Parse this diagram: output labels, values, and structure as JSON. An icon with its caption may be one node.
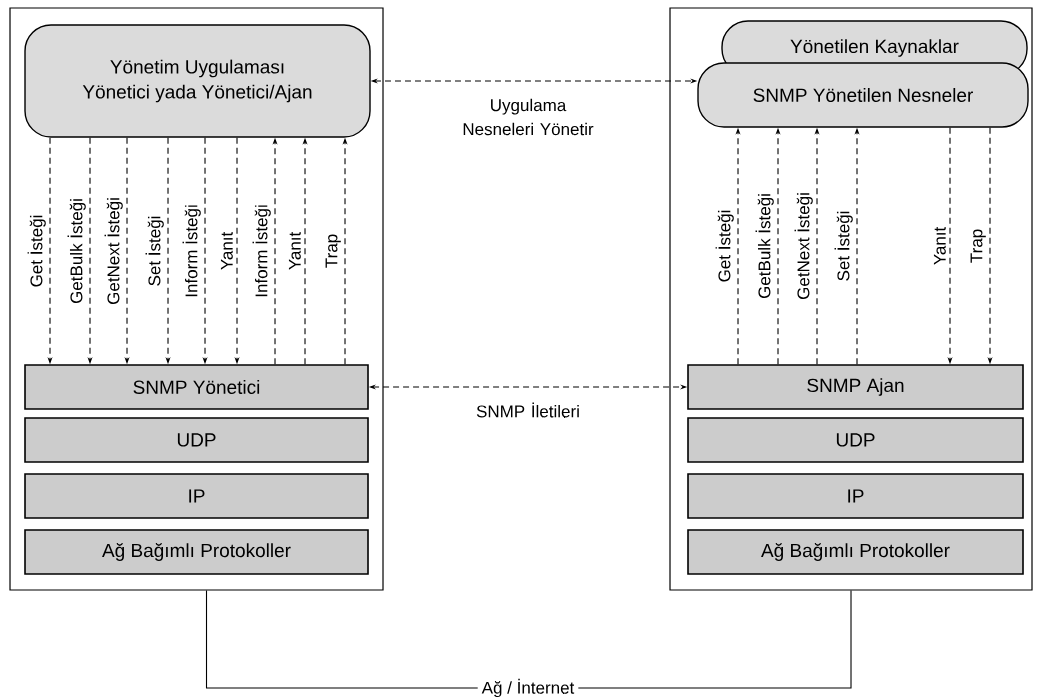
{
  "diagram": {
    "nodes": [
      {
        "text": [],
        "shape": "box"
      },
      {
        "text": [
          "Yönetim Uygulaması",
          "Yönetici yada Yönetici/Ajan"
        ],
        "in": 0
      },
      {
        "text": [
          "SNMP Yönetici"
        ],
        "in": 0
      },
      {
        "text": [
          "UDP"
        ],
        "in": 0
      },
      {
        "text": [
          "IP"
        ],
        "in": 0
      },
      {
        "text": [
          "Ağ Bağımlı Protokoller"
        ],
        "in": 0
      },
      {
        "text": [],
        "shape": "box"
      },
      {
        "text": [
          "Yönetilen Kaynaklar"
        ],
        "in": 6
      },
      {
        "text": [
          "SNMP Yönetilen Nesneler"
        ],
        "in": 6
      },
      {
        "text": [
          "SNMP Ajan"
        ],
        "in": 6
      },
      {
        "text": [
          "UDP"
        ],
        "in": 6
      },
      {
        "text": [
          "IP"
        ],
        "in": 6
      },
      {
        "text": [
          "Ağ Bağımlı Protokoller"
        ],
        "in": 6
      }
    ],
    "edges": [
      {
        "from": 1,
        "to": 8,
        "arrow": "both",
        "style": "dashed",
        "label": "Uygulama Nesneleri Yönetir"
      },
      {
        "from": 1,
        "to": 2,
        "arrow": "to",
        "style": "dashed",
        "label": "Get İsteği"
      },
      {
        "from": 1,
        "to": 2,
        "arrow": "to",
        "style": "dashed",
        "label": "GetBulk İsteği"
      },
      {
        "from": 1,
        "to": 2,
        "arrow": "to",
        "style": "dashed",
        "label": "GetNext İsteği"
      },
      {
        "from": 1,
        "to": 2,
        "arrow": "to",
        "style": "dashed",
        "label": "Set İsteği"
      },
      {
        "from": 1,
        "to": 2,
        "arrow": "to",
        "style": "dashed",
        "label": "Inform İsteği"
      },
      {
        "from": 1,
        "to": 2,
        "arrow": "to",
        "style": "dashed",
        "label": "Yanıt"
      },
      {
        "from": 2,
        "to": 1,
        "arrow": "to",
        "style": "dashed",
        "label": "Inform İsteği"
      },
      {
        "from": 2,
        "to": 1,
        "arrow": "to",
        "style": "dashed",
        "label": "Yanıt"
      },
      {
        "from": 2,
        "to": 1,
        "arrow": "to",
        "style": "dashed",
        "label": "Trap"
      },
      {
        "from": 9,
        "to": 8,
        "arrow": "to",
        "style": "dashed",
        "label": "Get İsteği"
      },
      {
        "from": 9,
        "to": 8,
        "arrow": "to",
        "style": "dashed",
        "label": "GetBulk İsteği"
      },
      {
        "from": 9,
        "to": 8,
        "arrow": "to",
        "style": "dashed",
        "label": "GetNext İsteği"
      },
      {
        "from": 9,
        "to": 8,
        "arrow": "to",
        "style": "dashed",
        "label": "Set İsteği"
      },
      {
        "from": 8,
        "to": 9,
        "arrow": "to",
        "style": "dashed",
        "label": "Yanıt"
      },
      {
        "from": 8,
        "to": 9,
        "arrow": "to",
        "style": "dashed",
        "label": "Trap"
      },
      {
        "from": 2,
        "to": 9,
        "arrow": "both",
        "style": "dashed",
        "label": "SNMP İletileri"
      },
      {
        "from": 0,
        "to": 6,
        "arrow": "none",
        "label": "Ağ / İnternet"
      }
    ]
  }
}
